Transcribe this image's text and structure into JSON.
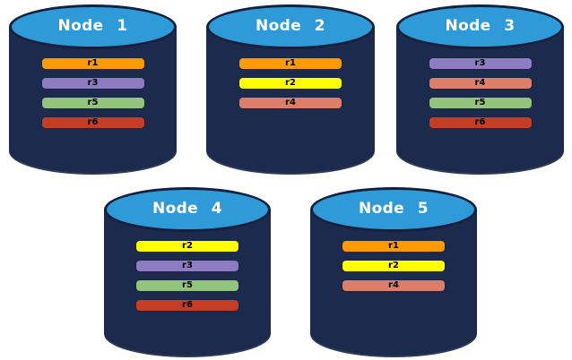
{
  "diagram": {
    "kind": "database-node-replica-diagram",
    "node_count": 5
  },
  "node_colors": {
    "body": "#1C2B4D",
    "top": "#2E9BD8",
    "outline": "#15203C",
    "label_text": "#FFFFFF",
    "bar_text": "#000000"
  },
  "replica_colors": {
    "r1": "#FB9B00",
    "r2": "#FFFF00",
    "r3": "#8E7CC3",
    "r4": "#DD7E6B",
    "r5": "#93C47D",
    "r6": "#C63D26"
  },
  "nodes": [
    {
      "name": "Node 1",
      "replicas": [
        "r1",
        "r3",
        "r5",
        "r6"
      ]
    },
    {
      "name": "Node 2",
      "replicas": [
        "r1",
        "r2",
        "r4"
      ]
    },
    {
      "name": "Node 3",
      "replicas": [
        "r3",
        "r4",
        "r5",
        "r6"
      ]
    },
    {
      "name": "Node 4",
      "replicas": [
        "r2",
        "r3",
        "r5",
        "r6"
      ]
    },
    {
      "name": "Node 5",
      "replicas": [
        "r1",
        "r2",
        "r4"
      ]
    }
  ]
}
